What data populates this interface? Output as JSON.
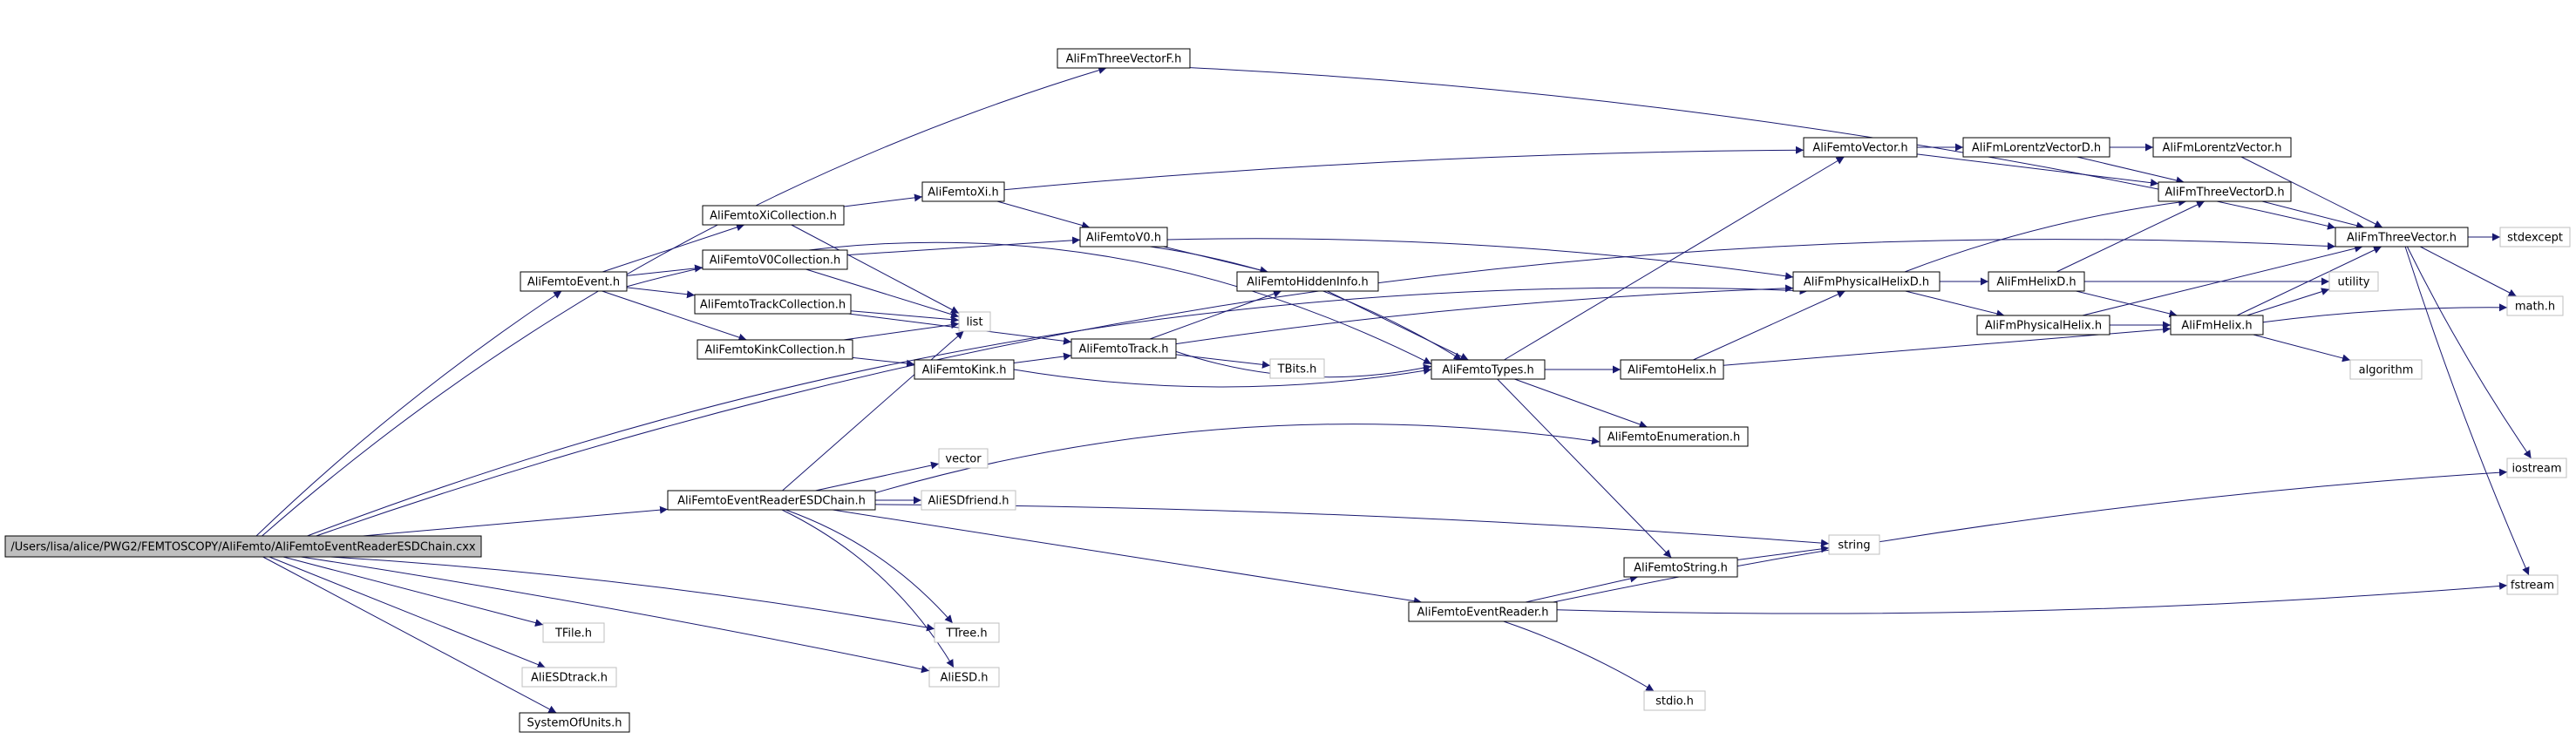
{
  "graph": {
    "kind": "include dependency graph",
    "colors": {
      "edge": "#191970",
      "root_fill": "#bfbfbf",
      "node_border": "#000000",
      "external_border": "#bfbfbf"
    },
    "nodes": [
      {
        "id": "root",
        "label": "/Users/lisa/alice/PWG2/FEMTOSCOPY/AliFemto/AliFemtoEventReaderESDChain.cxx",
        "kind": "root"
      },
      {
        "id": "esdchain_h",
        "label": "AliFemtoEventReaderESDChain.h",
        "kind": "primary"
      },
      {
        "id": "event_h",
        "label": "AliFemtoEvent.h",
        "kind": "primary"
      },
      {
        "id": "threevecF",
        "label": "AliFmThreeVectorF.h",
        "kind": "primary"
      },
      {
        "id": "xicoll",
        "label": "AliFemtoXiCollection.h",
        "kind": "primary"
      },
      {
        "id": "v0coll",
        "label": "AliFemtoV0Collection.h",
        "kind": "primary"
      },
      {
        "id": "trackcoll",
        "label": "AliFemtoTrackCollection.h",
        "kind": "primary"
      },
      {
        "id": "kinkcoll",
        "label": "AliFemtoKinkCollection.h",
        "kind": "primary"
      },
      {
        "id": "list",
        "label": "list",
        "kind": "external"
      },
      {
        "id": "xi",
        "label": "AliFemtoXi.h",
        "kind": "primary"
      },
      {
        "id": "v0",
        "label": "AliFemtoV0.h",
        "kind": "primary"
      },
      {
        "id": "track",
        "label": "AliFemtoTrack.h",
        "kind": "primary"
      },
      {
        "id": "kink",
        "label": "AliFemtoKink.h",
        "kind": "primary"
      },
      {
        "id": "hidden",
        "label": "AliFemtoHiddenInfo.h",
        "kind": "primary"
      },
      {
        "id": "tbits",
        "label": "TBits.h",
        "kind": "external"
      },
      {
        "id": "types",
        "label": "AliFemtoTypes.h",
        "kind": "primary"
      },
      {
        "id": "vector_h",
        "label": "AliFemtoVector.h",
        "kind": "primary"
      },
      {
        "id": "lorentzD",
        "label": "AliFmLorentzVectorD.h",
        "kind": "primary"
      },
      {
        "id": "lorentz",
        "label": "AliFmLorentzVector.h",
        "kind": "primary"
      },
      {
        "id": "threevecD",
        "label": "AliFmThreeVectorD.h",
        "kind": "primary"
      },
      {
        "id": "threevec",
        "label": "AliFmThreeVector.h",
        "kind": "primary"
      },
      {
        "id": "stdexcept",
        "label": "stdexcept",
        "kind": "external"
      },
      {
        "id": "physhelixD",
        "label": "AliFmPhysicalHelixD.h",
        "kind": "primary"
      },
      {
        "id": "helixD",
        "label": "AliFmHelixD.h",
        "kind": "primary"
      },
      {
        "id": "utility",
        "label": "utility",
        "kind": "external"
      },
      {
        "id": "physhelix",
        "label": "AliFmPhysicalHelix.h",
        "kind": "primary"
      },
      {
        "id": "fmhelix",
        "label": "AliFmHelix.h",
        "kind": "primary"
      },
      {
        "id": "math",
        "label": "math.h",
        "kind": "external"
      },
      {
        "id": "algorithm",
        "label": "algorithm",
        "kind": "external"
      },
      {
        "id": "femtohelix",
        "label": "AliFemtoHelix.h",
        "kind": "primary"
      },
      {
        "id": "enumeration",
        "label": "AliFemtoEnumeration.h",
        "kind": "primary"
      },
      {
        "id": "vector",
        "label": "vector",
        "kind": "external"
      },
      {
        "id": "esdfriend",
        "label": "AliESDfriend.h",
        "kind": "external"
      },
      {
        "id": "string",
        "label": "string",
        "kind": "external"
      },
      {
        "id": "femtostring",
        "label": "AliFemtoString.h",
        "kind": "primary"
      },
      {
        "id": "eventreader",
        "label": "AliFemtoEventReader.h",
        "kind": "primary"
      },
      {
        "id": "iostream",
        "label": "iostream",
        "kind": "external"
      },
      {
        "id": "fstream",
        "label": "fstream",
        "kind": "external"
      },
      {
        "id": "stdio",
        "label": "stdio.h",
        "kind": "external"
      },
      {
        "id": "tfile",
        "label": "TFile.h",
        "kind": "external"
      },
      {
        "id": "ttree",
        "label": "TTree.h",
        "kind": "external"
      },
      {
        "id": "esdtrack",
        "label": "AliESDtrack.h",
        "kind": "external"
      },
      {
        "id": "esd",
        "label": "AliESD.h",
        "kind": "external"
      },
      {
        "id": "units",
        "label": "SystemOfUnits.h",
        "kind": "primary"
      }
    ],
    "edges": [
      [
        "root",
        "esdchain_h"
      ],
      [
        "root",
        "event_h"
      ],
      [
        "root",
        "threevecF"
      ],
      [
        "root",
        "threevec"
      ],
      [
        "root",
        "physhelixD"
      ],
      [
        "root",
        "tfile"
      ],
      [
        "root",
        "ttree"
      ],
      [
        "root",
        "esdtrack"
      ],
      [
        "root",
        "esd"
      ],
      [
        "root",
        "units"
      ],
      [
        "esdchain_h",
        "list"
      ],
      [
        "esdchain_h",
        "vector"
      ],
      [
        "esdchain_h",
        "esdfriend"
      ],
      [
        "esdchain_h",
        "string"
      ],
      [
        "esdchain_h",
        "eventreader"
      ],
      [
        "esdchain_h",
        "ttree"
      ],
      [
        "esdchain_h",
        "esd"
      ],
      [
        "esdchain_h",
        "enumeration"
      ],
      [
        "event_h",
        "xicoll"
      ],
      [
        "event_h",
        "v0coll"
      ],
      [
        "event_h",
        "trackcoll"
      ],
      [
        "event_h",
        "kinkcoll"
      ],
      [
        "event_h",
        "types"
      ],
      [
        "xicoll",
        "xi"
      ],
      [
        "xicoll",
        "list"
      ],
      [
        "v0coll",
        "v0"
      ],
      [
        "v0coll",
        "list"
      ],
      [
        "trackcoll",
        "track"
      ],
      [
        "trackcoll",
        "list"
      ],
      [
        "kinkcoll",
        "kink"
      ],
      [
        "kinkcoll",
        "list"
      ],
      [
        "xi",
        "vector_h"
      ],
      [
        "xi",
        "v0"
      ],
      [
        "v0",
        "types"
      ],
      [
        "v0",
        "hidden"
      ],
      [
        "v0",
        "physhelixD"
      ],
      [
        "kink",
        "track"
      ],
      [
        "kink",
        "types"
      ],
      [
        "track",
        "hidden"
      ],
      [
        "track",
        "tbits"
      ],
      [
        "track",
        "types"
      ],
      [
        "track",
        "physhelixD"
      ],
      [
        "hidden",
        "types"
      ],
      [
        "types",
        "vector_h"
      ],
      [
        "types",
        "femtohelix"
      ],
      [
        "types",
        "enumeration"
      ],
      [
        "types",
        "femtostring"
      ],
      [
        "vector_h",
        "lorentzD"
      ],
      [
        "vector_h",
        "threevecD"
      ],
      [
        "lorentzD",
        "lorentz"
      ],
      [
        "lorentzD",
        "threevecD"
      ],
      [
        "lorentz",
        "threevec"
      ],
      [
        "threevecD",
        "threevec"
      ],
      [
        "threevecF",
        "threevec"
      ],
      [
        "threevec",
        "stdexcept"
      ],
      [
        "threevec",
        "math"
      ],
      [
        "threevec",
        "iostream"
      ],
      [
        "threevec",
        "fstream"
      ],
      [
        "femtohelix",
        "physhelixD"
      ],
      [
        "femtohelix",
        "fmhelix"
      ],
      [
        "physhelixD",
        "threevecD"
      ],
      [
        "physhelixD",
        "helixD"
      ],
      [
        "physhelixD",
        "physhelix"
      ],
      [
        "helixD",
        "threevecD"
      ],
      [
        "helixD",
        "utility"
      ],
      [
        "helixD",
        "fmhelix"
      ],
      [
        "physhelix",
        "fmhelix"
      ],
      [
        "physhelix",
        "threevec"
      ],
      [
        "fmhelix",
        "threevec"
      ],
      [
        "fmhelix",
        "utility"
      ],
      [
        "fmhelix",
        "math"
      ],
      [
        "fmhelix",
        "algorithm"
      ],
      [
        "femtostring",
        "string"
      ],
      [
        "eventreader",
        "femtostring"
      ],
      [
        "eventreader",
        "iostream"
      ],
      [
        "eventreader",
        "fstream"
      ],
      [
        "eventreader",
        "stdio"
      ]
    ]
  }
}
